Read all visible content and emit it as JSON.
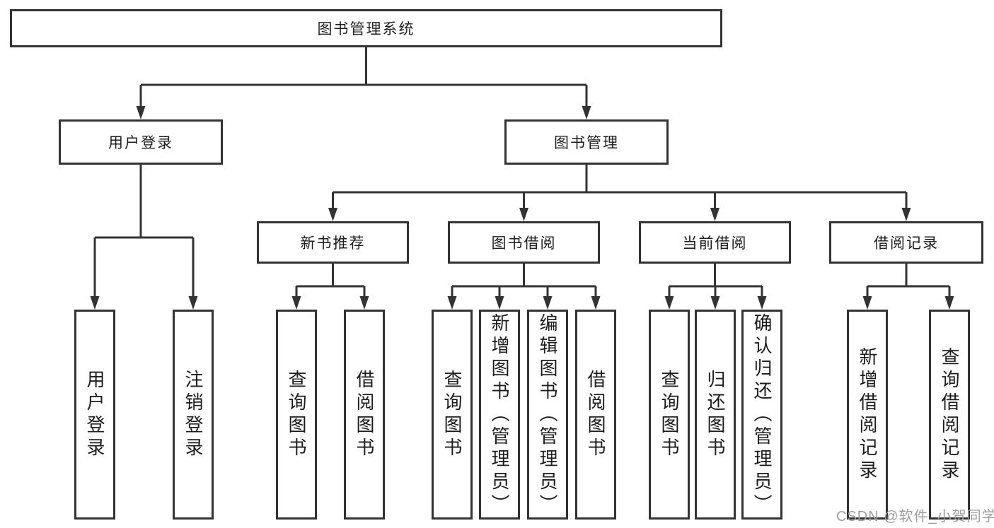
{
  "colors": {
    "background": "#ffffff",
    "line": "#333333",
    "box_border": "#333333",
    "text": "#1d1d1d",
    "watermark": "#a39b9d"
  },
  "tree": {
    "root": "图书管理系统",
    "children": [
      {
        "label": "用户登录",
        "children": [
          {
            "label": "用户登录"
          },
          {
            "label": "注销登录"
          }
        ]
      },
      {
        "label": "图书管理",
        "children": [
          {
            "label": "新书推荐",
            "children": [
              {
                "label": "查询图书"
              },
              {
                "label": "借阅图书"
              }
            ]
          },
          {
            "label": "图书借阅",
            "children": [
              {
                "label": "查询图书"
              },
              {
                "label": "新增图书（管理员）"
              },
              {
                "label": "编辑图书（管理员）"
              },
              {
                "label": "借阅图书"
              }
            ]
          },
          {
            "label": "当前借阅",
            "children": [
              {
                "label": "查询图书"
              },
              {
                "label": "归还图书"
              },
              {
                "label": "确认归还（管理员）"
              }
            ]
          },
          {
            "label": "借阅记录",
            "children": [
              {
                "label": "新增借阅记录"
              },
              {
                "label": "查询借阅记录"
              }
            ]
          }
        ]
      }
    ]
  },
  "watermark": {
    "text": "CSDN @软件_小贺同学"
  }
}
